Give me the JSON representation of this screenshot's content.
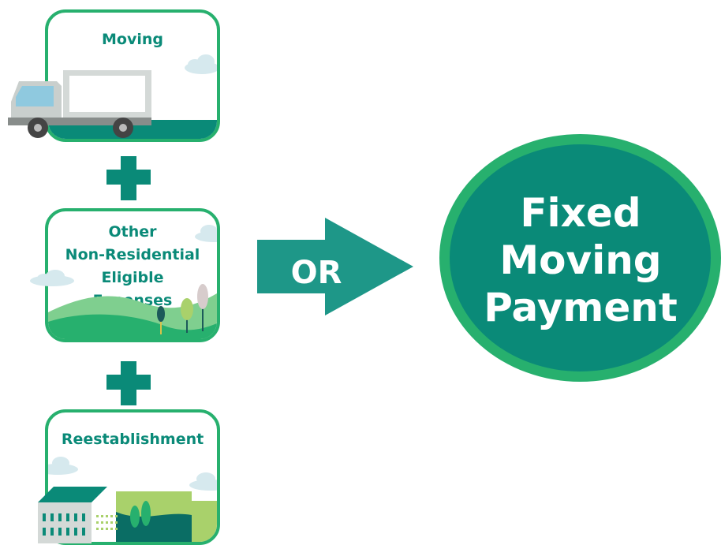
{
  "cards": {
    "moving": {
      "title": "Moving"
    },
    "other": {
      "title_lines": [
        "Other",
        "Non-Residential",
        "Eligible",
        "Expenses"
      ]
    },
    "reestablishment": {
      "title": "Reestablishment"
    }
  },
  "connector": {
    "label": "OR"
  },
  "result": {
    "lines": [
      "Fixed",
      "Moving",
      "Payment"
    ]
  },
  "colors": {
    "brand_teal": "#0a8a78",
    "brand_green": "#27b06e",
    "arrow_teal": "#1e9788"
  },
  "icons": [
    "moving-truck-icon",
    "plus-icon",
    "cloud-icon",
    "tree-icon",
    "building-icon",
    "landscape-icon",
    "arrow-right-icon"
  ]
}
